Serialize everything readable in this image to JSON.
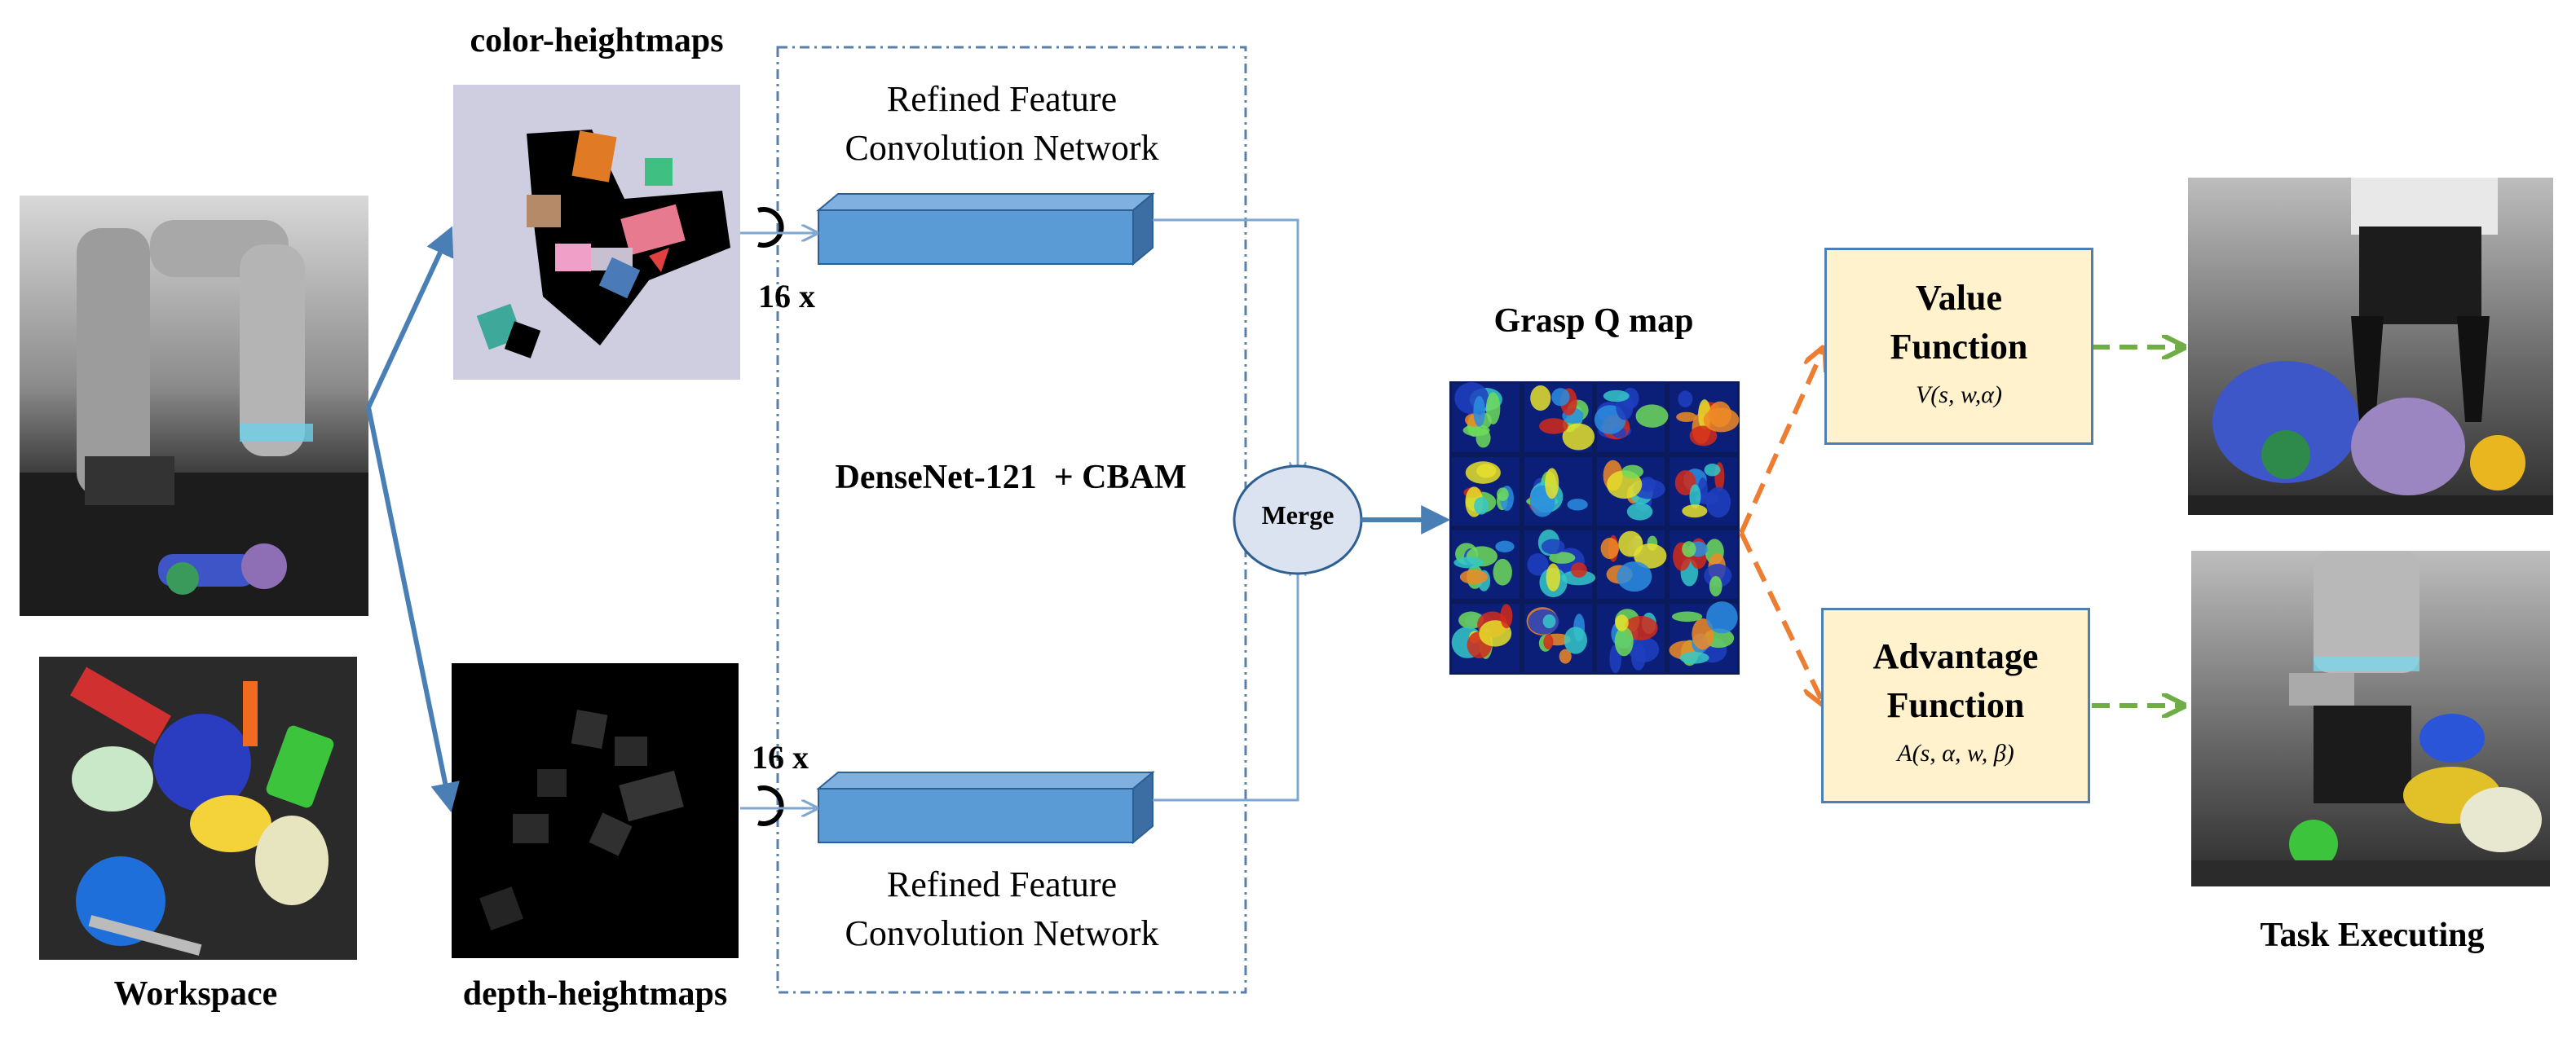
{
  "labels": {
    "color_heightmaps": "color-heightmaps",
    "depth_heightmaps": "depth-heightmaps",
    "workspace": "Workspace",
    "refined_top_1": "Refined Feature",
    "refined_top_2": "Convolution Network",
    "refined_bottom_1": "Refined Feature",
    "refined_bottom_2": "Convolution Network",
    "rot_top": "16 x",
    "rot_bottom": "16 x",
    "densenet": "DenseNet-121  + CBAM",
    "merge": "Merge",
    "grasp_q_map": "Grasp Q map",
    "value_1": "Value",
    "value_2": "Function",
    "value_formula": "V(s, w,α)",
    "adv_1": "Advantage",
    "adv_2": "Function",
    "adv_formula": "A(s, α, w, β)",
    "task_executing": "Task Executing"
  },
  "colors": {
    "network_block": "#5b9bd5",
    "merge_fill": "#dbe3f0",
    "function_box_fill": "#fff2cc",
    "arrow_blue": "#4a7fb5",
    "arrow_orange": "#ed7d31",
    "arrow_green": "#70ad47"
  }
}
